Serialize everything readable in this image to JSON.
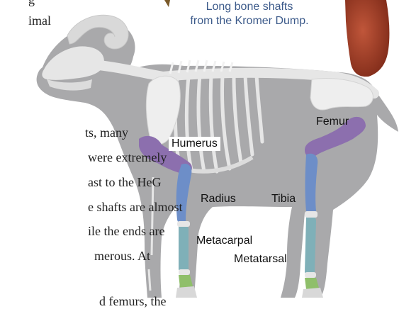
{
  "article": {
    "lines": [
      "imal",
      "ts, many",
      "were extremely",
      "ast to the HeG",
      "e shafts are almost",
      "ile the ends are",
      "merous. At",
      "d femurs, the"
    ],
    "partial_top": "g"
  },
  "caption": {
    "line1": "Long bone shafts",
    "line2": "from the Kromer Dump."
  },
  "labels": {
    "femur": "Femur",
    "humerus": "Humerus",
    "radius": "Radius",
    "tibia": "Tibia",
    "metacarpal": "Metacarpal",
    "metatarsal": "Metatarsal"
  },
  "colors": {
    "body": "#a9a9ab",
    "skeleton": "#e6e6e6",
    "upper_bones": "#8c6fae",
    "middle_bones": "#6d8ec8",
    "lower_bones": "#7fb0b8",
    "hoof_bones": "#8fbf6a",
    "caption_text": "#3c5a8a",
    "specimen": "#a33a24"
  }
}
